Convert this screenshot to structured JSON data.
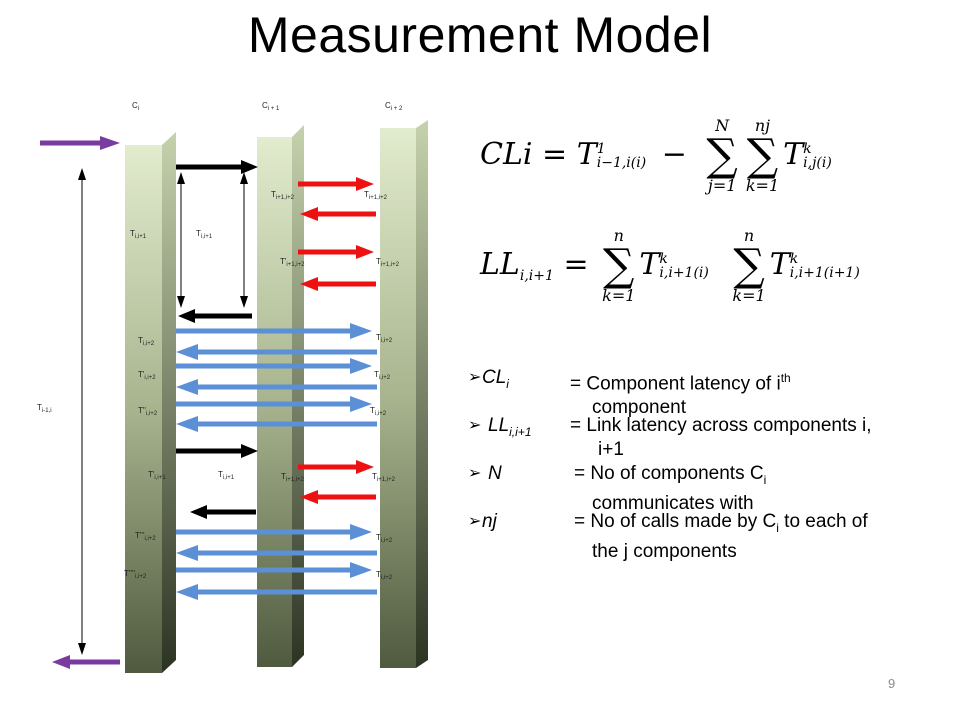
{
  "title": "Measurement Model",
  "page_number": "9",
  "columns": [
    {
      "id": "ci",
      "label": "C",
      "sub": "i"
    },
    {
      "id": "ci1",
      "label": "C",
      "sub": "i + 1"
    },
    {
      "id": "ci2",
      "label": "C",
      "sub": "i + 2"
    }
  ],
  "side_label": {
    "main": "T",
    "sub": "i-1,i"
  },
  "labels": [
    {
      "main": "T",
      "sub": "i,i+1"
    },
    {
      "main": "T",
      "sub": "i,i+1"
    },
    {
      "main": "T",
      "sub": "i+1,i+2"
    },
    {
      "main": "T",
      "sub": "i+1,i+2"
    },
    {
      "main": "T'",
      "sub": "i+1,i+2"
    },
    {
      "main": "T",
      "sub": "i+1,i+2"
    },
    {
      "main": "T",
      "sub": "i,i+2"
    },
    {
      "main": "T",
      "sub": "i,i+2"
    },
    {
      "main": "T'",
      "sub": "i,i+2"
    },
    {
      "main": "T",
      "sub": "i,i+2"
    },
    {
      "main": "T''",
      "sub": "i,i+2"
    },
    {
      "main": "T",
      "sub": "i,i+2"
    },
    {
      "main": "T'",
      "sub": "i,i+1"
    },
    {
      "main": "T",
      "sub": "i,i+1"
    },
    {
      "main": "T",
      "sub": "i+1,i+2"
    },
    {
      "main": "T",
      "sub": "i+1,i+2"
    },
    {
      "main": "T'''",
      "sub": "i,i+2"
    },
    {
      "main": "T",
      "sub": "i,i+2"
    },
    {
      "main": "T''''",
      "sub": "i,i+2"
    },
    {
      "main": "T",
      "sub": "i,i+2"
    }
  ],
  "equations": {
    "cl": {
      "lhs": "CLi",
      "eq": "=",
      "t1": "T",
      "t1_sup": "1",
      "t1_sub": "i−1,i(i)",
      "minus": "−",
      "s1_top": "N",
      "s1_bot": "j=1",
      "s2_top": "nj",
      "s2_bot": "k=1",
      "t2": "T",
      "t2_sup": "k",
      "t2_sub": "i,j(i)"
    },
    "ll": {
      "lhs": "LL",
      "lhs_sub": "i,i+1",
      "eq": "=",
      "s1_top": "n",
      "s1_bot": "k=1",
      "t1": "T",
      "t1_sup": "k",
      "t1_sub": "i,i+1(i)",
      "s2_top": "n",
      "s2_bot": "k=1",
      "t2": "T",
      "t2_sup": "k",
      "t2_sub": "i,i+1(i+1)"
    }
  },
  "definitions": [
    {
      "bullet": "➢",
      "term": "CL",
      "term_sub": "i",
      "text": "=  Component latency of i",
      "text_sup": "th",
      "text2": "component"
    },
    {
      "bullet": "➢",
      "term": "LL",
      "term_sub": "i,i+1",
      "text": "=  Link latency across components i,",
      "text2": "i+1"
    },
    {
      "bullet": "➢",
      "term": "N",
      "text": "= No of components C",
      "text_sub": "i",
      "text2": "communicates with"
    },
    {
      "bullet": "➢",
      "term": "nj",
      "text": "= No of calls made by C",
      "text_sub": "i",
      "text_after": " to each of",
      "text2": "the j components"
    }
  ],
  "colors": {
    "column_top": "#dfe9c8",
    "column_bottom": "#4f5a3f",
    "black_arrow": "#000000",
    "red_arrow": "#ee1111",
    "blue_arrow": "#5b8fd6",
    "purple_arrow": "#7b3aa0",
    "page_number": "#8c8c8c"
  }
}
